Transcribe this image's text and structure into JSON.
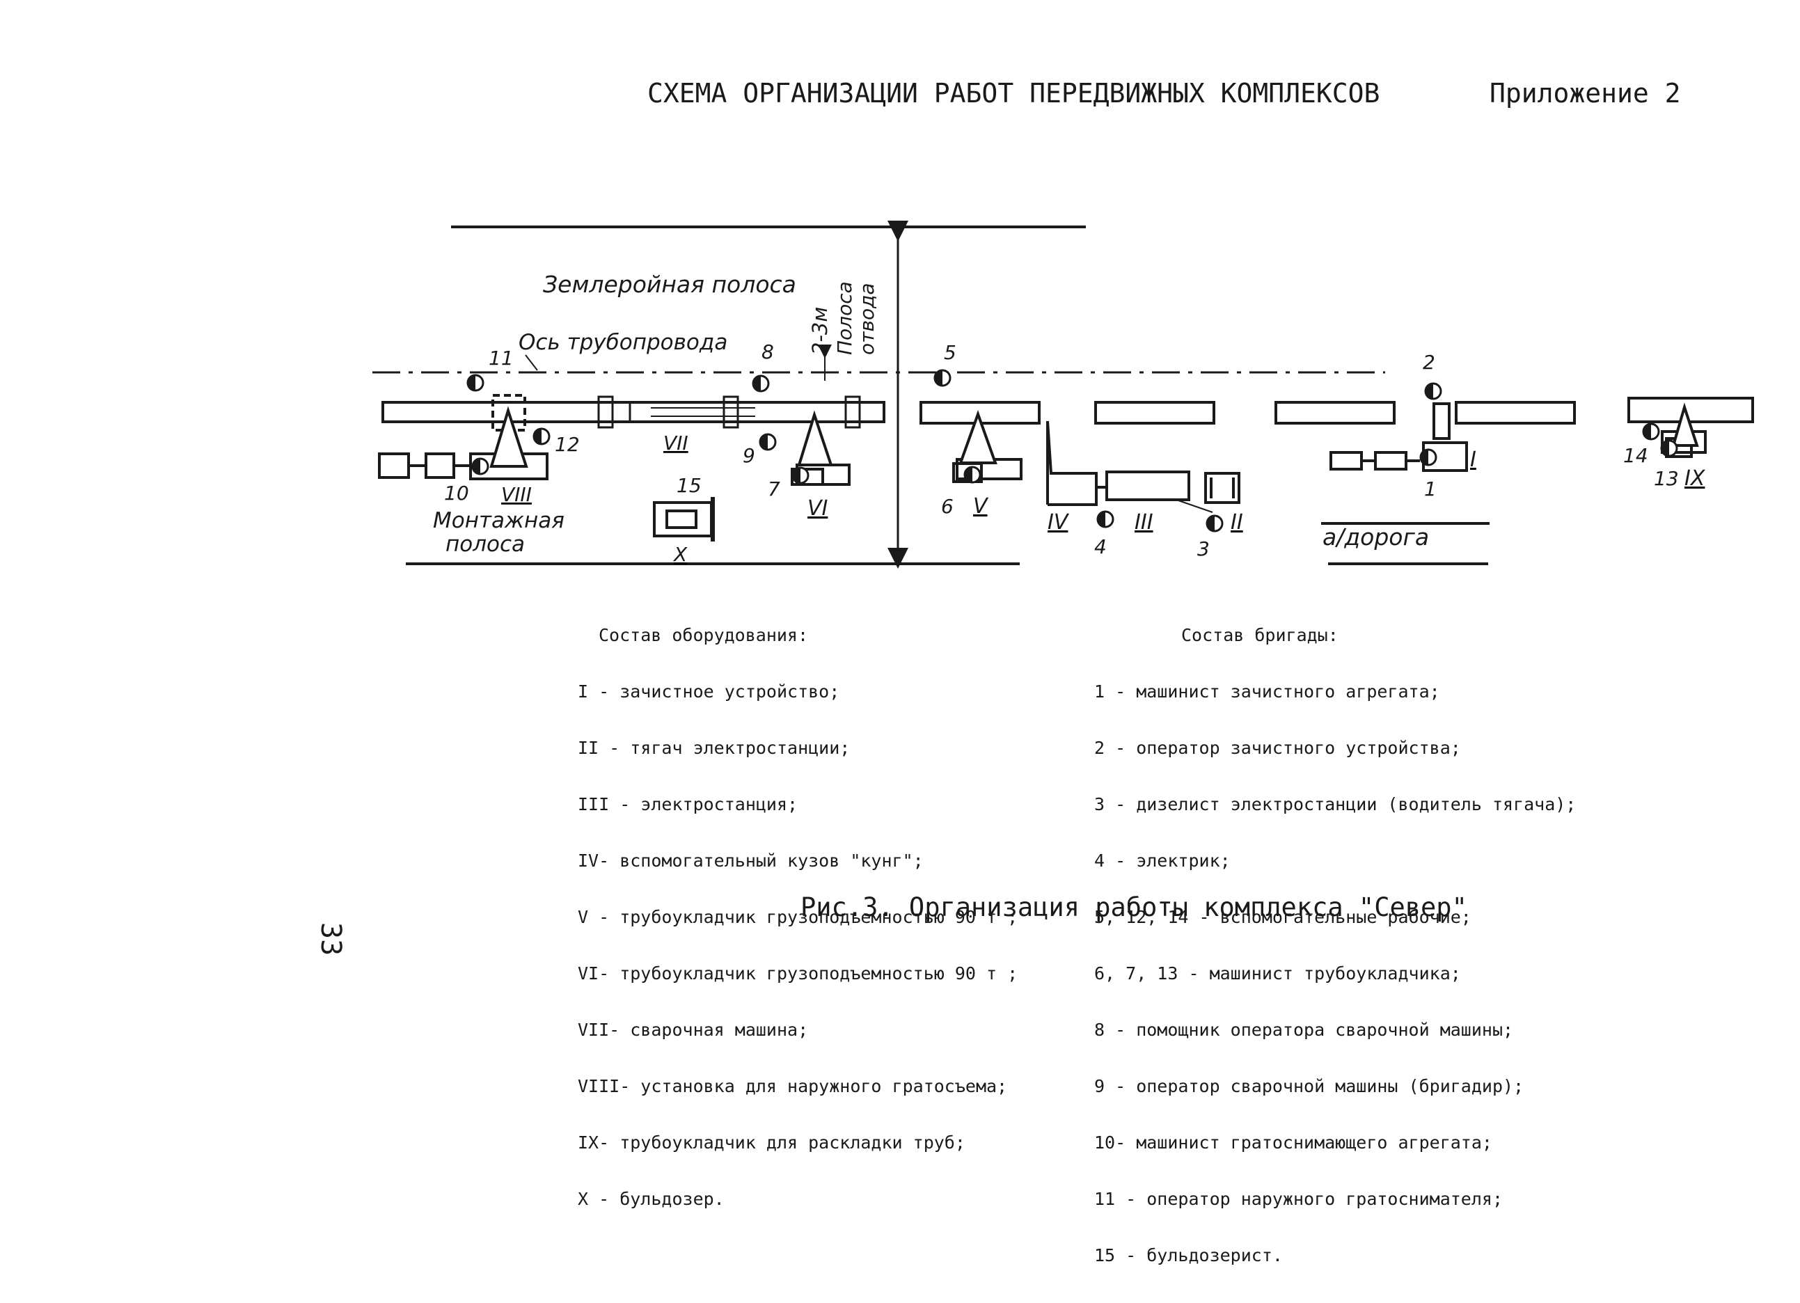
{
  "header": {
    "title": "СХЕМА ОРГАНИЗАЦИИ РАБОТ ПЕРЕДВИЖНЫХ КОМПЛЕКСОВ",
    "appendix": "Приложение 2"
  },
  "diagram": {
    "labels": {
      "earth_strip": "Землеройная полоса",
      "pipeline_axis": "Ось трубопровода",
      "distance": "2-3м",
      "allotment_1": "Полоса",
      "allotment_2": "отвода",
      "assembly_1": "Монтажная",
      "assembly_2": "полоса",
      "road": "а/дорога"
    },
    "workers": [
      "1",
      "2",
      "3",
      "4",
      "5",
      "6",
      "7",
      "8",
      "9",
      "10",
      "11",
      "12",
      "13",
      "14",
      "15"
    ],
    "equipment": [
      "I",
      "II",
      "III",
      "IV",
      "V",
      "VI",
      "VII",
      "VIII",
      "IX",
      "X"
    ]
  },
  "legend_equipment": {
    "title": "Состав оборудования:",
    "items": [
      "I - зачистное устройство;",
      "II - тягач электростанции;",
      "III - электростанция;",
      "IV- вспомогательный кузов \"кунг\";",
      "V - трубоукладчик грузоподъемностью 90 т ;",
      "VI- трубоукладчик грузоподъемностью 90 т ;",
      "VII- сварочная машина;",
      "VIII- установка для наружного гратосъема;",
      "IX- трубоукладчик для раскладки труб;",
      "X - бульдозер."
    ]
  },
  "legend_crew": {
    "title": "Состав бригады:",
    "items": [
      "1 - машинист зачистного агрегата;",
      "2 - оператор зачистного устройства;",
      "3 - дизелист электростанции (водитель тягача);",
      "4 - электрик;",
      "5, 12, 14 - вспомогательные рабочие;",
      "6, 7, 13 - машинист трубоукладчика;",
      "8 - помощник оператора сварочной машины;",
      "9 - оператор сварочной машины (бригадир);",
      "10- машинист гратоснимающего агрегата;",
      "11 - оператор наружного гратоснимателя;",
      "15 - бульдозерист."
    ]
  },
  "caption": "Рис.3. Организация работы комплекса \"Север\"",
  "page_number": "33"
}
